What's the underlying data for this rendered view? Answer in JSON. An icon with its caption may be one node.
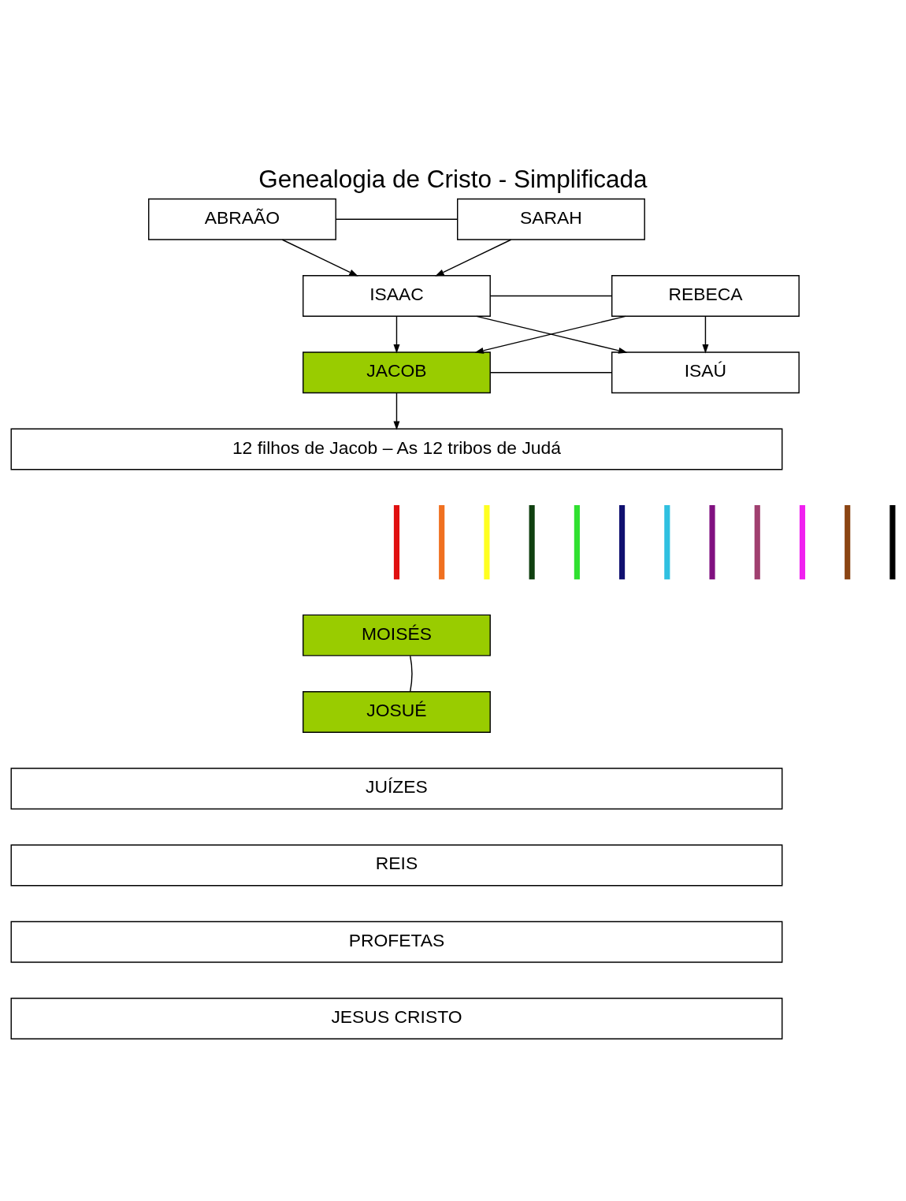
{
  "diagram": {
    "title": "Genealogia de Cristo - Simplificada",
    "nodes": [
      {
        "text": [
          "ABRAÃO"
        ]
      },
      {
        "text": [
          "SARAH"
        ]
      },
      {
        "text": [
          "ISAAC"
        ]
      },
      {
        "text": [
          "REBECA"
        ]
      },
      {
        "text": [
          "JACOB"
        ]
      },
      {
        "text": [
          "ISAÚ"
        ]
      },
      {
        "text": [
          "12 filhos de Jacob – As 12 tribos de Judá"
        ]
      },
      {
        "text": [],
        "shape": "bar"
      },
      {
        "text": [],
        "shape": "bar"
      },
      {
        "text": [],
        "shape": "bar"
      },
      {
        "text": [],
        "shape": "bar"
      },
      {
        "text": [],
        "shape": "bar"
      },
      {
        "text": [],
        "shape": "bar"
      },
      {
        "text": [],
        "shape": "bar"
      },
      {
        "text": [],
        "shape": "bar"
      },
      {
        "text": [],
        "shape": "bar"
      },
      {
        "text": [],
        "shape": "bar"
      },
      {
        "text": [],
        "shape": "bar"
      },
      {
        "text": [],
        "shape": "bar"
      },
      {
        "text": [
          "MOISÉS"
        ]
      },
      {
        "text": [
          "JOSUÉ"
        ]
      },
      {
        "text": [
          "JUÍZES"
        ]
      },
      {
        "text": [
          "REIS"
        ]
      },
      {
        "text": [
          "PROFETAS"
        ]
      },
      {
        "text": [
          "JESUS CRISTO"
        ]
      }
    ],
    "edges": [
      {
        "from": 0,
        "to": 1,
        "arrow": "none"
      },
      {
        "from": 0,
        "to": 2,
        "arrow": "to"
      },
      {
        "from": 1,
        "to": 2,
        "arrow": "to"
      },
      {
        "from": 2,
        "to": 3,
        "arrow": "none"
      },
      {
        "from": 2,
        "to": 4,
        "arrow": "to"
      },
      {
        "from": 3,
        "to": 4,
        "arrow": "to"
      },
      {
        "from": 2,
        "to": 5,
        "arrow": "to"
      },
      {
        "from": 3,
        "to": 5,
        "arrow": "to"
      },
      {
        "from": 4,
        "to": 5,
        "arrow": "none"
      },
      {
        "from": 4,
        "to": 6,
        "arrow": "to"
      },
      {
        "from": 19,
        "to": 20,
        "arrow": "none"
      }
    ]
  }
}
